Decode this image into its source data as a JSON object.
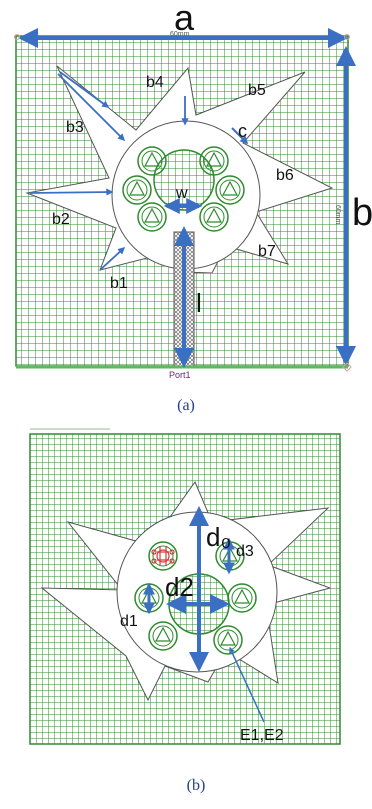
{
  "panel_a": {
    "dim_a": "a",
    "dim_b": "b",
    "ruler_top": "60mm",
    "ruler_right": "60mm",
    "labels": {
      "b1": "b1",
      "b2": "b2",
      "b3": "b3",
      "b4": "b4",
      "b5": "b5",
      "b6": "b6",
      "b7": "b7",
      "c": "c",
      "w": "w",
      "l": "l"
    },
    "port": "Port1",
    "caption": "(a)"
  },
  "panel_b": {
    "labels": {
      "d0": "d₀",
      "d1": "d1",
      "d2": "d2",
      "d3": "d3",
      "e": "E1,E2"
    },
    "caption": "(b)"
  },
  "colors": {
    "grid": "#2e8b2e",
    "arrow": "#3a6fc4",
    "port_line": "#5fb85f",
    "via": "#d23a3a",
    "caption": "#1f3f8f"
  }
}
